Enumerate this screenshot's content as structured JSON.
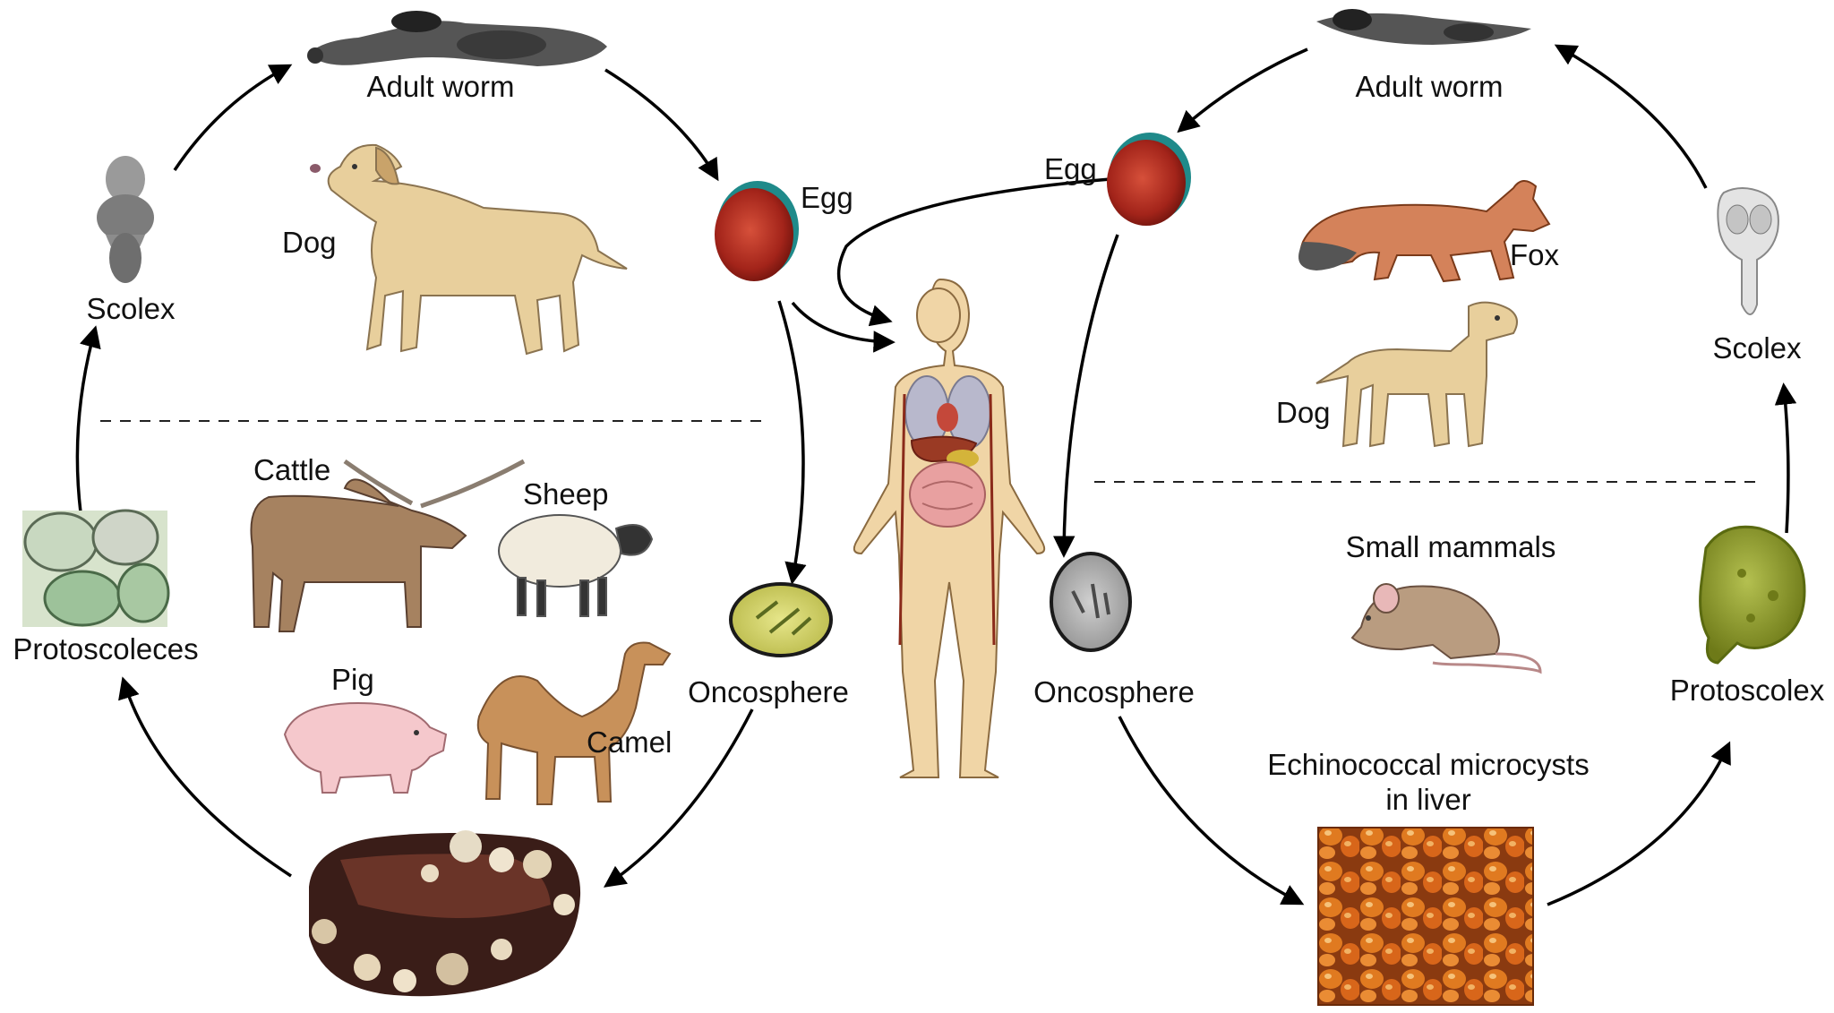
{
  "left_cycle": {
    "adult_worm": "Adult worm",
    "egg": "Egg",
    "dog": "Dog",
    "scolex": "Scolex",
    "protoscoleces": "Protoscoleces",
    "cattle": "Cattle",
    "sheep": "Sheep",
    "pig": "Pig",
    "camel": "Camel",
    "oncosphere": "Oncosphere"
  },
  "right_cycle": {
    "adult_worm": "Adult worm",
    "egg": "Egg",
    "fox": "Fox",
    "dog": "Dog",
    "scolex": "Scolex",
    "small_mammals": "Small mammals",
    "oncosphere": "Oncosphere",
    "microcysts": "Echinococcal microcysts\nin liver",
    "protoscolex": "Protoscolex"
  },
  "colors": {
    "egg_red": "#b52a1e",
    "egg_teal": "#1f8a8a",
    "animal_tan": "#e8cf9c",
    "human_body": "#f0d5a6",
    "liver_cyst_orange": "#d4661a",
    "oncosphere_yellow": "#d8d86a"
  }
}
